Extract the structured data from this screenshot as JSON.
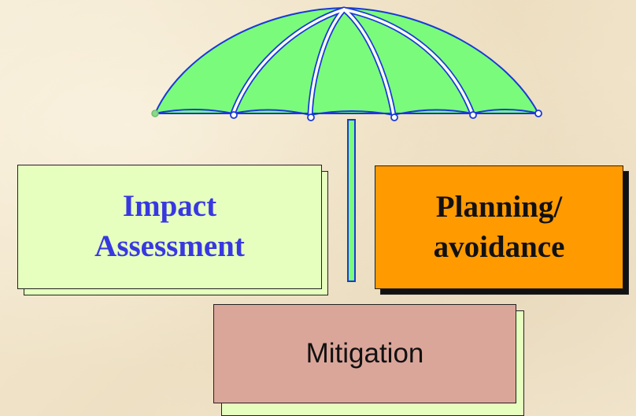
{
  "boxes": {
    "impact": {
      "label_line1": "Impact",
      "label_line2": "Assessment"
    },
    "planning": {
      "label_line1": "Planning/",
      "label_line2": "avoidance"
    },
    "mitigation": {
      "label": "Mitigation"
    }
  },
  "colors": {
    "canopy": "#7bfb7b",
    "canopy_stroke": "#1a39d6",
    "impact_fill": "#e6ffbf",
    "impact_text": "#3838e0",
    "planning_fill": "#ff9a00",
    "mitigation_fill": "#dba69a",
    "mitigation_shadow": "#e6ffbf"
  }
}
